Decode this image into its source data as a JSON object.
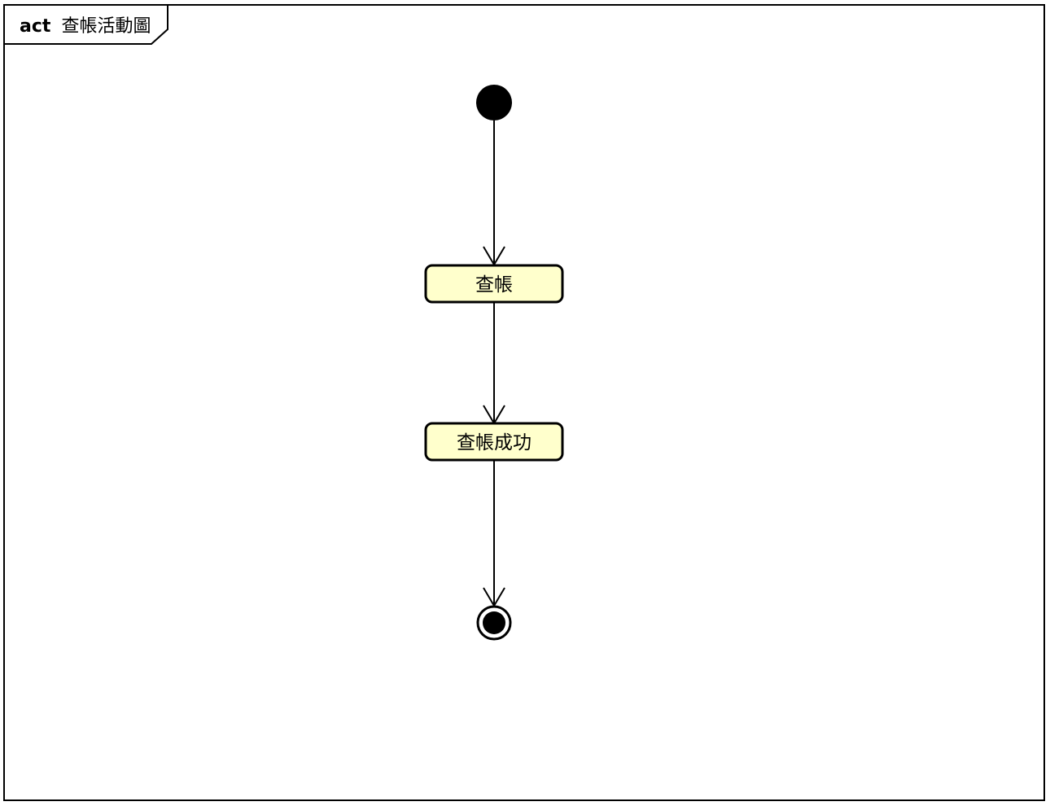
{
  "frame": {
    "keyword": "act",
    "name": "查帳活動圖"
  },
  "nodes": {
    "action_1": {
      "label": "查帳"
    },
    "action_2": {
      "label": "查帳成功"
    }
  },
  "colors": {
    "action_fill": "#ffffcc",
    "stroke": "#000000",
    "background": "#ffffff"
  }
}
